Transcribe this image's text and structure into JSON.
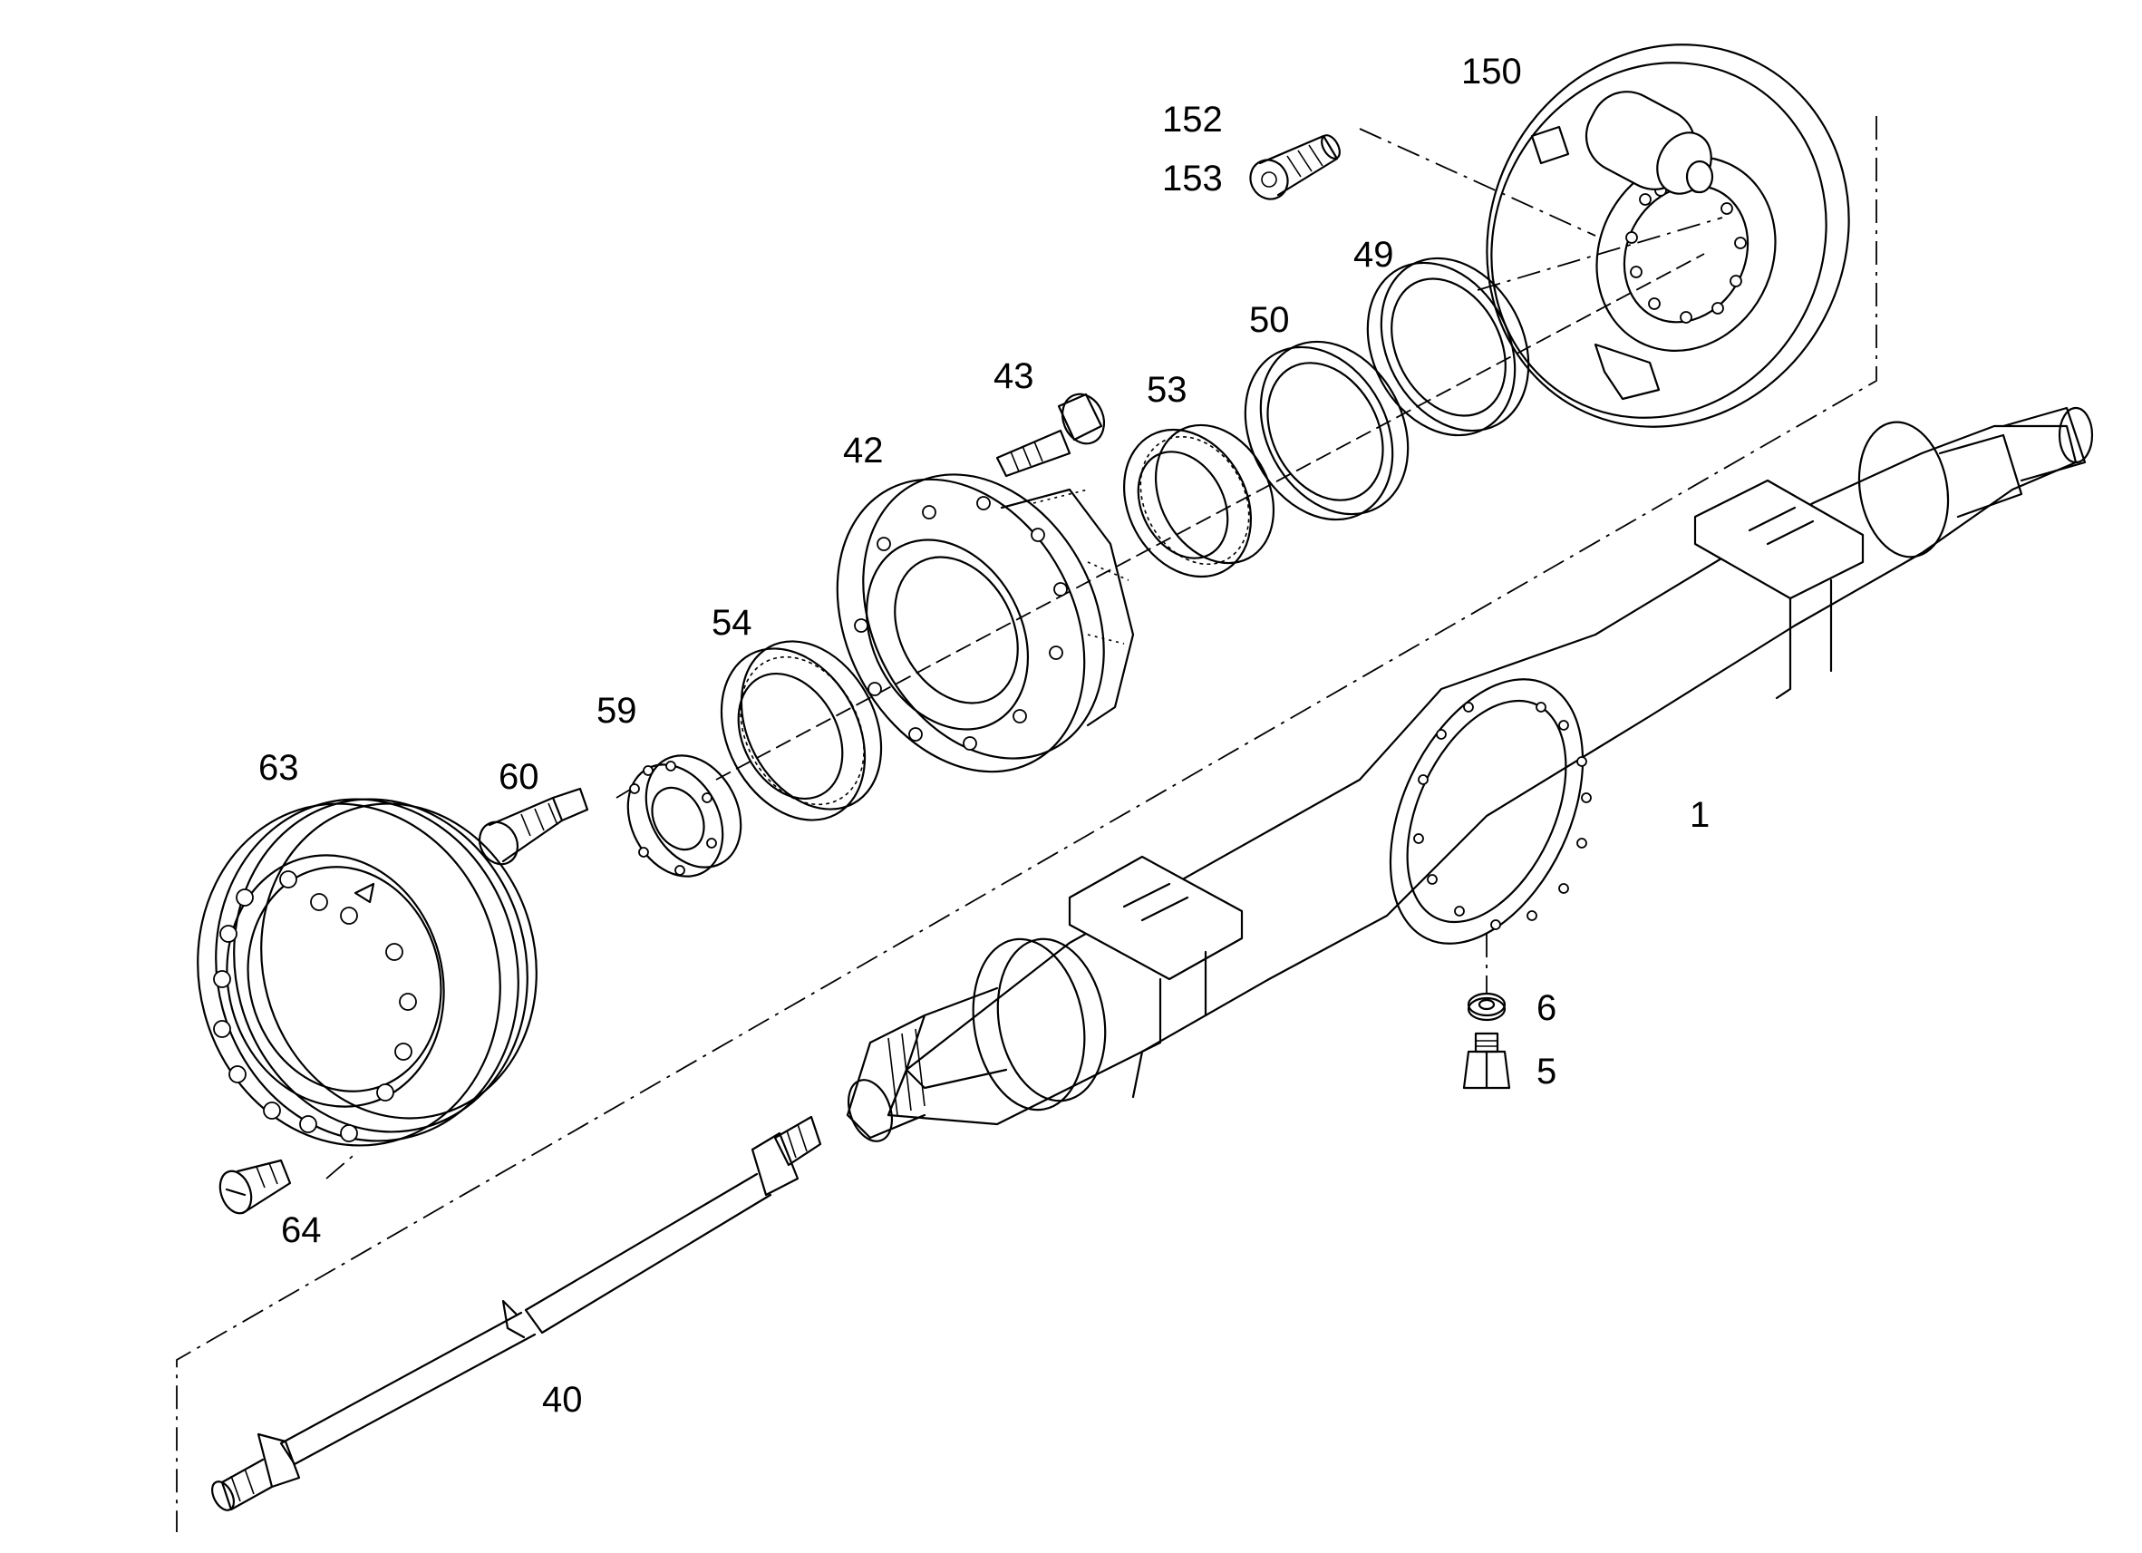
{
  "diagram": {
    "callouts": [
      {
        "id": "150",
        "text": "150"
      },
      {
        "id": "152",
        "text": "152"
      },
      {
        "id": "153",
        "text": "153"
      },
      {
        "id": "49",
        "text": "49"
      },
      {
        "id": "50",
        "text": "50"
      },
      {
        "id": "43",
        "text": "43"
      },
      {
        "id": "53",
        "text": "53"
      },
      {
        "id": "42",
        "text": "42"
      },
      {
        "id": "54",
        "text": "54"
      },
      {
        "id": "59",
        "text": "59"
      },
      {
        "id": "63",
        "text": "63"
      },
      {
        "id": "60",
        "text": "60"
      },
      {
        "id": "1",
        "text": "1"
      },
      {
        "id": "6",
        "text": "6"
      },
      {
        "id": "5",
        "text": "5"
      },
      {
        "id": "64",
        "text": "64"
      },
      {
        "id": "40",
        "text": "40"
      }
    ]
  }
}
